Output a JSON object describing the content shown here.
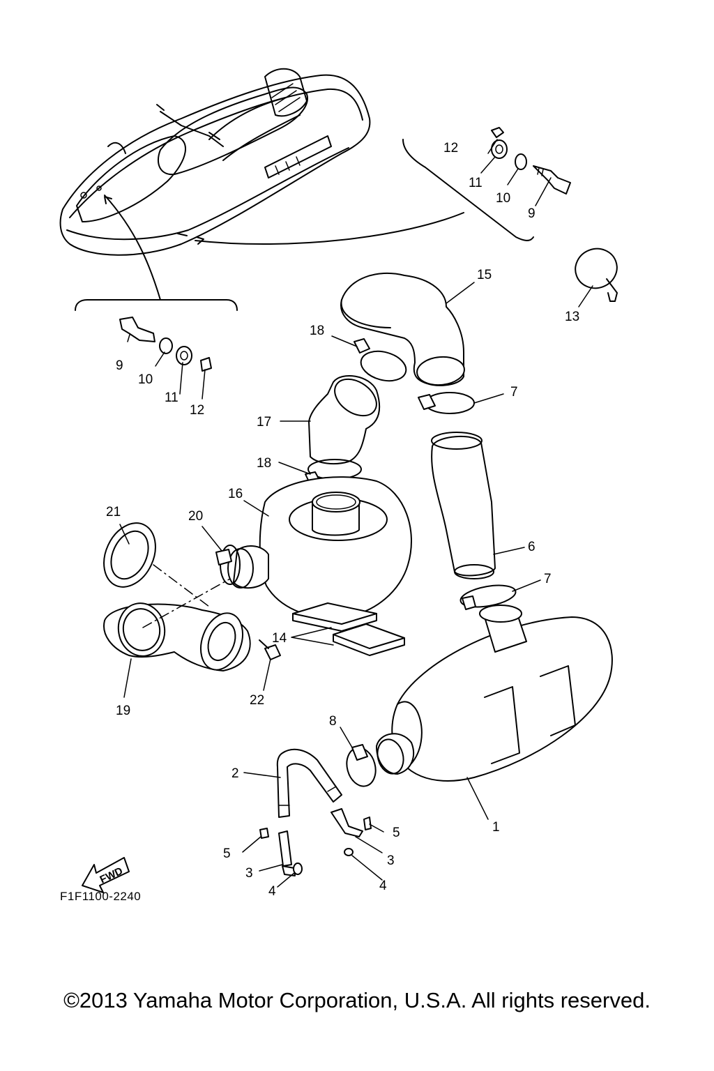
{
  "diagram": {
    "callouts": [
      "1",
      "2",
      "3",
      "3",
      "4",
      "4",
      "5",
      "5",
      "6",
      "7",
      "7",
      "8",
      "9",
      "9",
      "10",
      "10",
      "11",
      "11",
      "12",
      "12",
      "13",
      "14",
      "15",
      "16",
      "17",
      "18",
      "18",
      "19",
      "20",
      "21",
      "22"
    ],
    "diagram_code": "F1F1100-2240",
    "fwd_label": "FWD"
  },
  "footer": {
    "copyright": "©2013 Yamaha Motor Corporation, U.S.A. All rights reserved."
  }
}
